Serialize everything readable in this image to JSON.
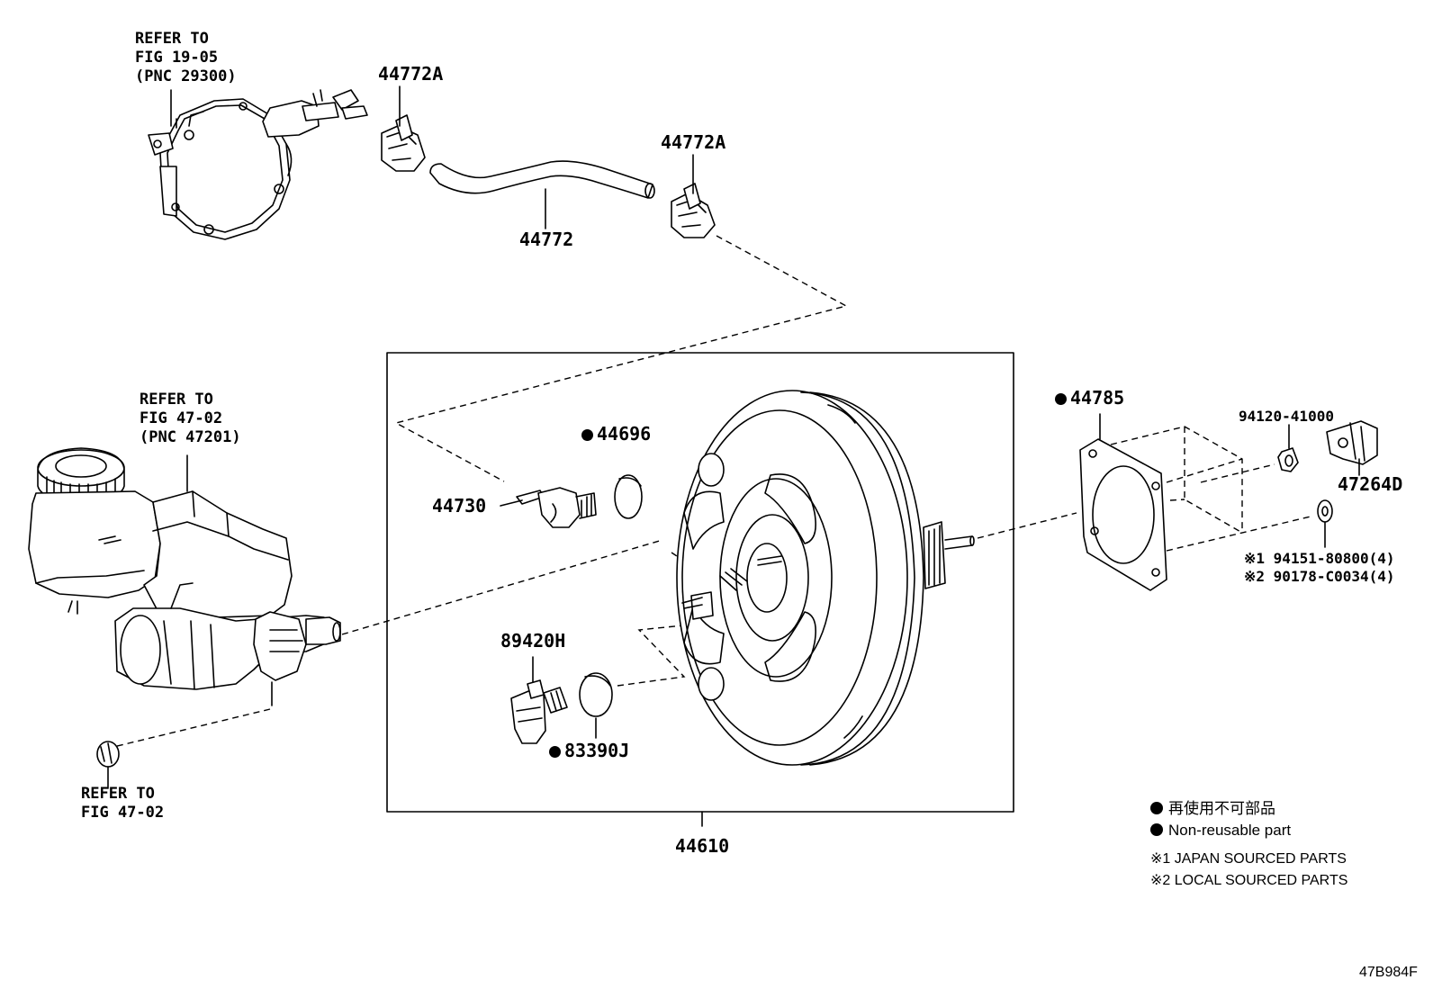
{
  "diagram_code": "47B984F",
  "refs": {
    "vacuum_pump": [
      "REFER TO",
      "FIG 19-05",
      "(PNC 29300)"
    ],
    "reservoir": [
      "REFER TO",
      "FIG 47-02",
      "(PNC 47201)"
    ],
    "plug": [
      "REFER TO",
      "FIG 47-02"
    ]
  },
  "parts": {
    "p44772A_top": "44772A",
    "p44772A_mid": "44772A",
    "p44772": "44772",
    "p44696": "44696",
    "p44730": "44730",
    "p89420H": "89420H",
    "p83390J": "83390J",
    "p44610": "44610",
    "p44785": "44785",
    "p94120": "94120-41000",
    "p47264D": "47264D",
    "p94151": "※1 94151-80800(4)",
    "p90178": "※2 90178-C0034(4)"
  },
  "legend": {
    "jp": "再使用不可部品",
    "en": "Non-reusable part",
    "note1": "※1 JAPAN SOURCED PARTS",
    "note2": "※2 LOCAL SOURCED PARTS"
  }
}
